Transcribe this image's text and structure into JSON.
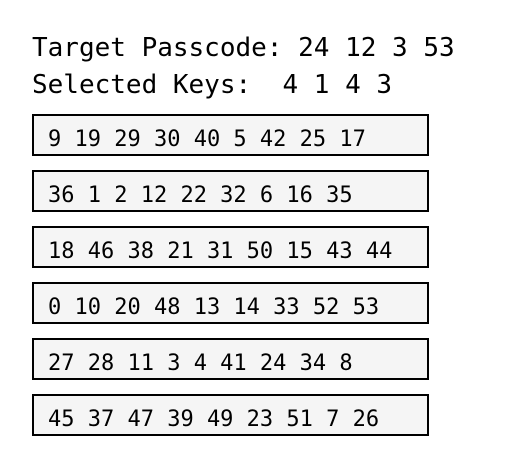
{
  "target": {
    "label": "Target Passcode:",
    "value": "24 12 3 53"
  },
  "selected": {
    "label": "Selected Keys:",
    "value": "4 1 4 3"
  },
  "rows": [
    "9 19 29 30 40 5 42 25 17",
    "36 1 2 12 22 32 6 16 35",
    "18 46 38 21 31 50 15 43 44",
    "0 10 20 48 13 14 33 52 53",
    "27 28 11 3 4 41 24 34 8",
    "45 37 47 39 49 23 51 7 26"
  ]
}
